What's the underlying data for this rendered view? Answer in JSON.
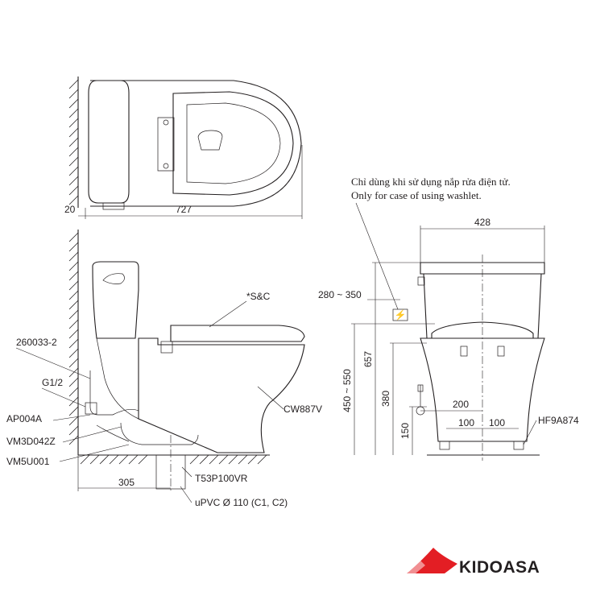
{
  "note": {
    "line1": "Chỉ dùng khi sử dụng nắp rửa điện tử.",
    "line2": "Only for case of using washlet."
  },
  "top_view": {
    "wall_gap": "20",
    "length": "727"
  },
  "side_view": {
    "labels": {
      "part_260033": "260033-2",
      "g12": "G1/2",
      "ap004a": "AP004A",
      "vm3d": "VM3D042Z",
      "vm5u": "VM5U001",
      "seat": "*S&C",
      "bowl": "CW887V",
      "flange": "T53P100VR",
      "pipe": "uPVC Ø 110 (C1, C2)"
    },
    "dims": {
      "rough_in": "305"
    }
  },
  "front_view": {
    "dims": {
      "width": "428",
      "socket_height": "280 ~ 350",
      "seat_range": "450 ~ 550",
      "total_height": "657",
      "height_380": "380",
      "height_150": "150",
      "span_200": "200",
      "left_100": "100",
      "right_100": "100"
    },
    "labels": {
      "bolt_cap": "HF9A874"
    }
  },
  "brand": {
    "name": "KIDOASA",
    "accent_color": "#e31e24"
  }
}
